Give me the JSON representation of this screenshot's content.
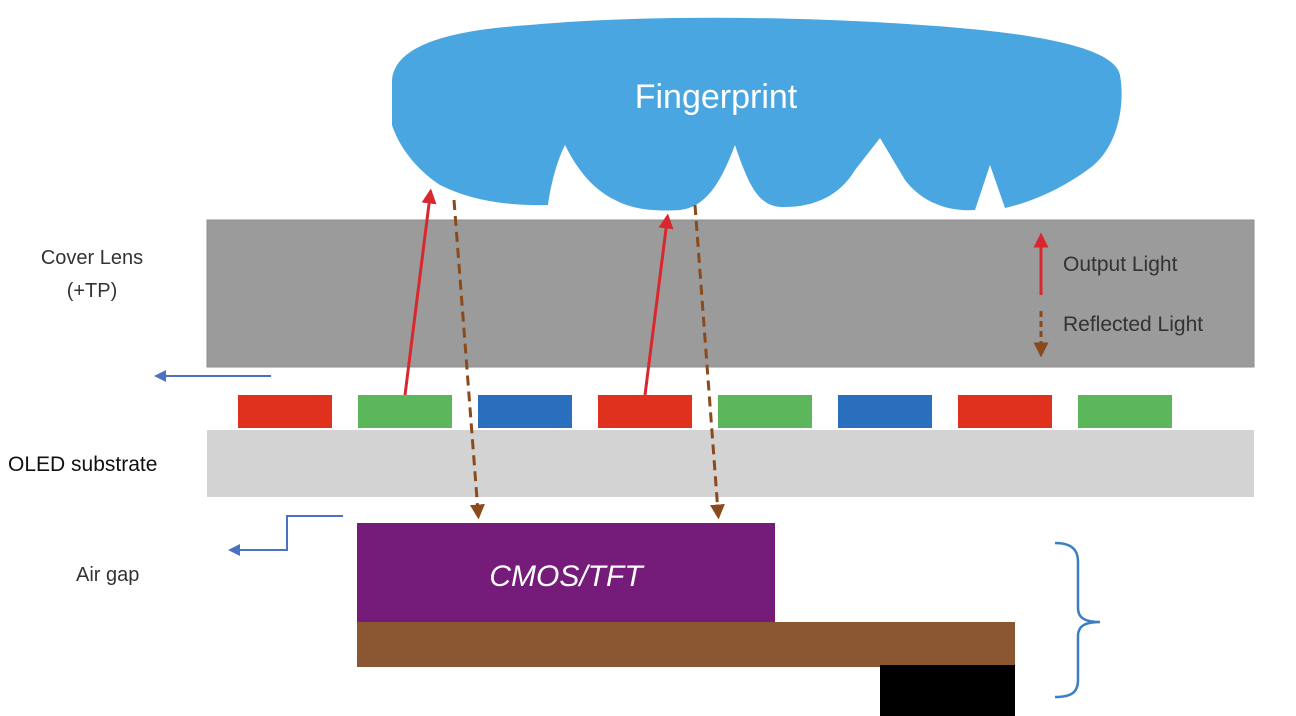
{
  "fingerprint": {
    "label": "Fingerprint",
    "color": "#4aa6e0"
  },
  "cover_lens": {
    "label_line1": "Cover Lens",
    "label_line2": "(+TP)",
    "color": "#9b9b9b"
  },
  "legend": {
    "output_light": "Output Light",
    "reflected_light": "Reflected Light"
  },
  "oled_substrate": {
    "label": "OLED substrate",
    "color": "#d3d3d3"
  },
  "air_gap": {
    "label": "Air gap"
  },
  "sensor": {
    "label": "CMOS/TFT",
    "color": "#751b7a"
  },
  "pcb": {
    "color": "#8b5733"
  },
  "pixels": [
    {
      "color": "red",
      "hex": "#e0301e"
    },
    {
      "color": "green",
      "hex": "#5bb65c"
    },
    {
      "color": "blue",
      "hex": "#2a6fbd"
    },
    {
      "color": "red",
      "hex": "#e0301e"
    },
    {
      "color": "green",
      "hex": "#5bb65c"
    },
    {
      "color": "blue",
      "hex": "#2a6fbd"
    },
    {
      "color": "red",
      "hex": "#e0301e"
    },
    {
      "color": "green",
      "hex": "#5bb65c"
    }
  ],
  "colors": {
    "output_arrow": "#d8282d",
    "reflected_arrow": "#8a4a1c",
    "pointer_arrow": "#4a72c0",
    "bracket": "#3a7ec6"
  }
}
